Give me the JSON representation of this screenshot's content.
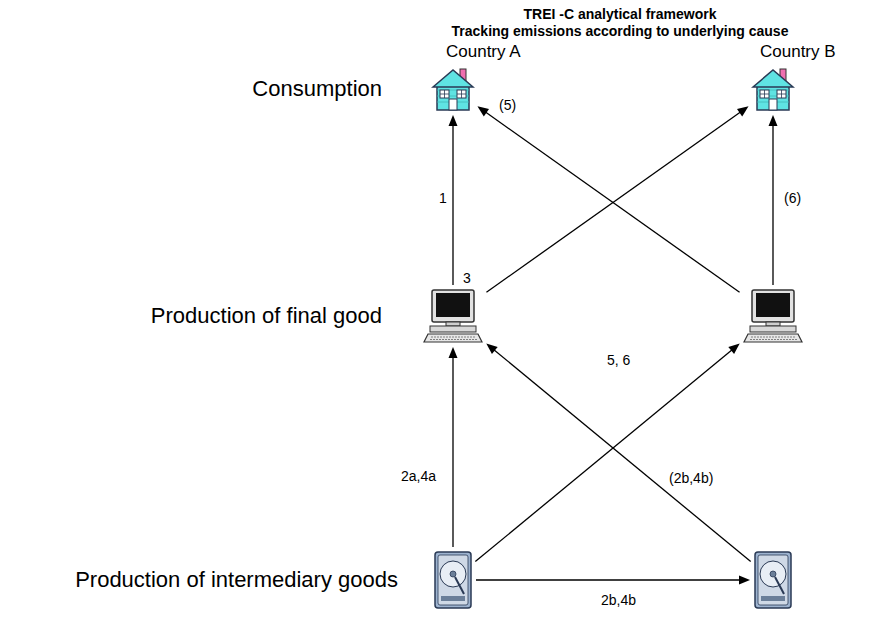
{
  "diagram": {
    "title": "TREI -C analytical framework",
    "nodes": [
      {
        "text": []
      },
      {
        "text": []
      },
      {
        "text": []
      },
      {
        "text": []
      },
      {
        "text": []
      },
      {
        "text": []
      }
    ],
    "edges": [
      {
        "from": 2,
        "to": 0,
        "arrow": "to",
        "label": "1"
      },
      {
        "from": 2,
        "to": 1,
        "arrow": "to",
        "label": "3"
      },
      {
        "from": 3,
        "to": 0,
        "arrow": "to",
        "label": "(5)"
      },
      {
        "from": 3,
        "to": 1,
        "arrow": "to",
        "label": "(6)"
      },
      {
        "from": 4,
        "to": 2,
        "arrow": "to",
        "label": "2a,4a"
      },
      {
        "from": 4,
        "to": 3,
        "arrow": "to",
        "label": "5, 6"
      },
      {
        "from": 5,
        "to": 2,
        "arrow": "to",
        "label": "(2b,4b)"
      },
      {
        "from": 4,
        "to": 5,
        "arrow": "to",
        "label": "2b,4b"
      }
    ],
    "labels": [
      "Tracking emissions according to underlying cause",
      "Country A",
      "Country B",
      "Consumption",
      "Production of final good",
      "Production of intermediary goods"
    ]
  }
}
